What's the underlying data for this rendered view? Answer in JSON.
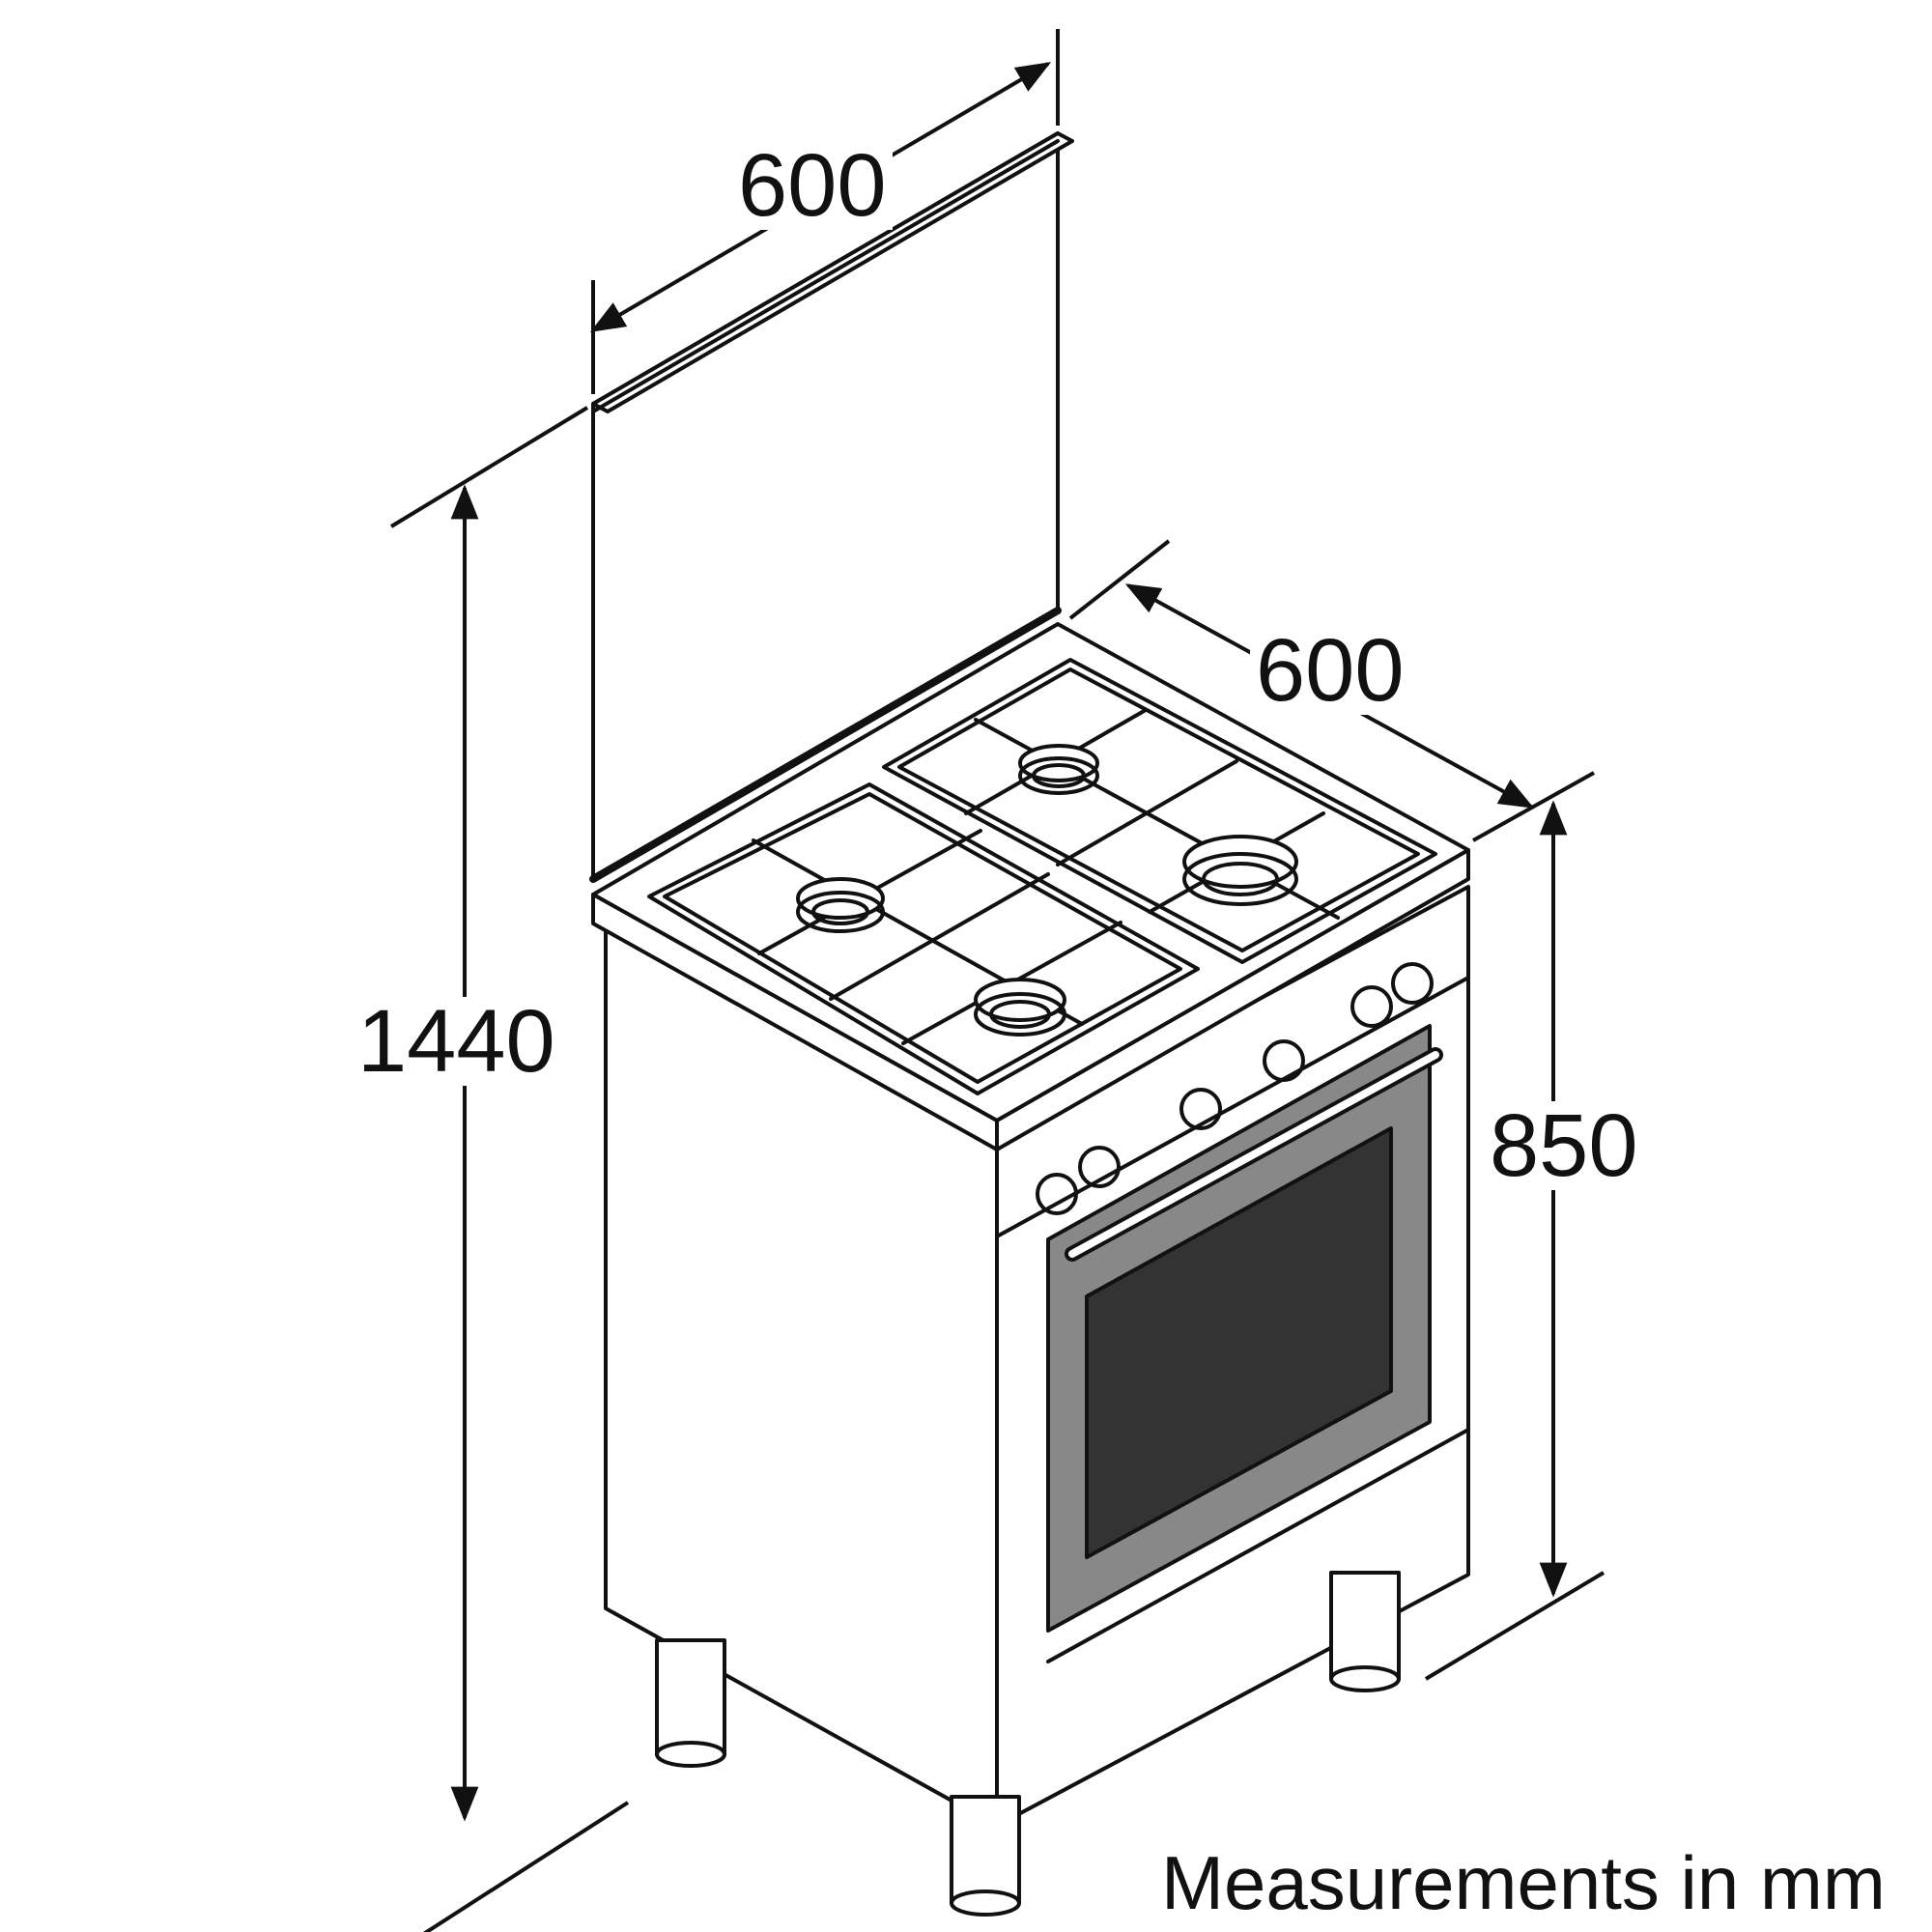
{
  "dimensions": {
    "backguard_width": "600",
    "depth": "600",
    "height_total": "1440",
    "height_cooker": "850"
  },
  "note": "Measurements in mm",
  "colors": {
    "line": "#111111",
    "background": "#ffffff",
    "door_glass": "#888888",
    "window": "#333333"
  }
}
